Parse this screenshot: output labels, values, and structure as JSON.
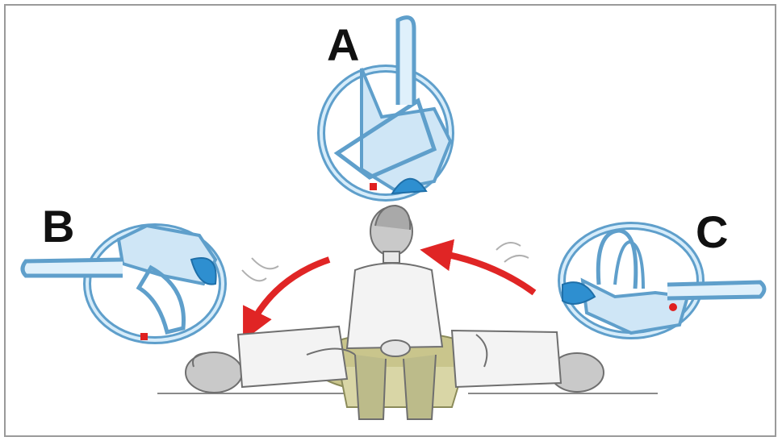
{
  "labels": {
    "a": "A",
    "b": "B",
    "c": "C"
  },
  "colors": {
    "canal_outline": "#5f9fcb",
    "canal_fill": "#cfe6f6",
    "cupula": "#2e8fd0",
    "otoconia": "#e02020",
    "arrow": "#e02525",
    "skin_sketch": "#7a7a7a",
    "stool": "#c9c58c",
    "border": "#9a9a9a"
  },
  "icons": {
    "top": "semicircular-canal-a-icon",
    "left": "semicircular-canal-b-icon",
    "right": "semicircular-canal-c-icon",
    "patient_sitting": "seated-patient-illustration",
    "patient_left": "lying-patient-left-illustration",
    "patient_right": "lying-patient-right-illustration"
  }
}
